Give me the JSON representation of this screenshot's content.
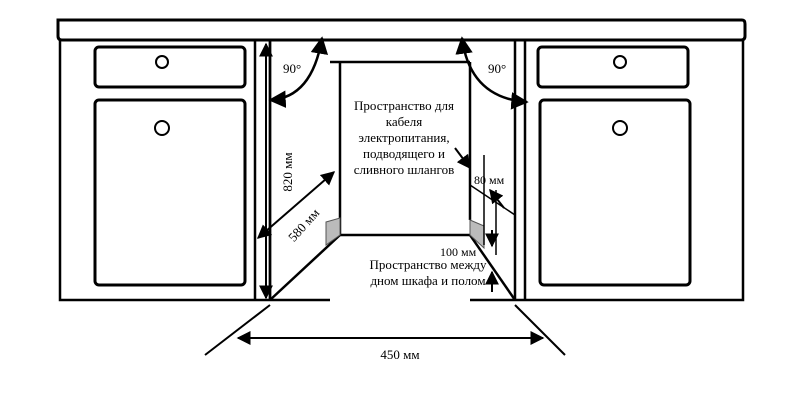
{
  "diagram": {
    "angle_left": "90°",
    "angle_right": "90°",
    "height_label": "820 мм",
    "depth_label": "580 мм",
    "width_label": "450 мм",
    "gap_top_label": "80 мм",
    "gap_bottom_label": "100 мм",
    "space_cables": [
      "Пространство для",
      "кабеля",
      "электропитания,",
      "подводящего и",
      "сливного шлангов"
    ],
    "space_floor": [
      "Пространство между",
      "дном шкафа и полом"
    ]
  }
}
